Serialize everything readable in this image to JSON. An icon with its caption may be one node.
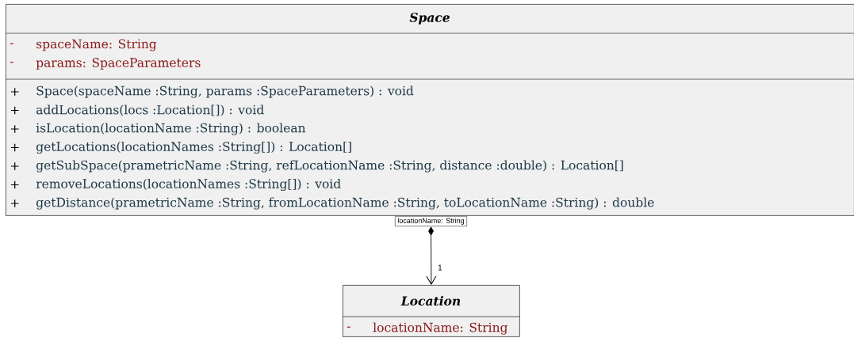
{
  "diagram": {
    "nodes": [
      {
        "text": [
          "Space",
          "-",
          "spaceName:  String",
          "-",
          "params:  SpaceParameters",
          "+",
          "Space(spaceName :String, params :SpaceParameters) : void",
          "+",
          "addLocations(locs :Location[]) : void",
          "+",
          "isLocation(locationName :String) : boolean",
          "+",
          "getLocations(locationNames :String[]) : Location[]",
          "+",
          "getSubSpace(prametricName :String, refLocationName :String, distance :double) : Location[]",
          "+",
          "removeLocations(locationNames :String[]) : void",
          "+",
          "getDistance(prametricName :String, fromLocationName :String, toLocationName :String) : double"
        ]
      },
      {
        "text": [
          "locationName: String"
        ]
      },
      {
        "text": [
          "Location",
          "-",
          "locationName:  String"
        ]
      }
    ],
    "edges": [
      {
        "from": 1,
        "to": 2,
        "arrow": "to",
        "label": "1"
      }
    ]
  }
}
